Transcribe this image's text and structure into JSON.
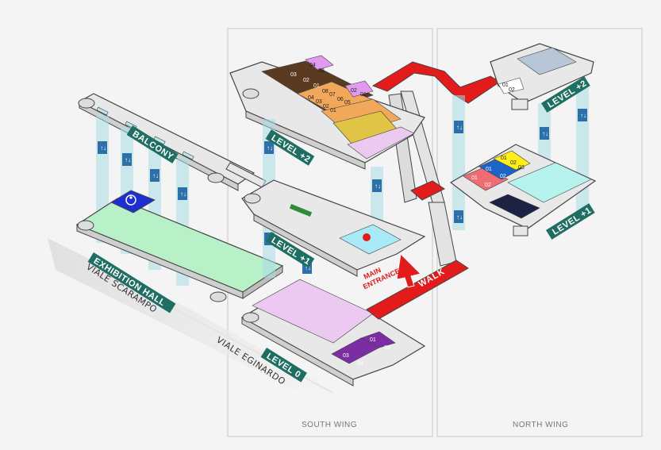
{
  "wings": {
    "south": "SOUTH WING",
    "north": "NORTH WING"
  },
  "levels": {
    "balcony": "BALCONY",
    "exhibition_hall": "EXHIBITION HALL",
    "south_level_plus2": "LEVEL +2",
    "south_level_plus1": "LEVEL +1",
    "south_level_0": "LEVEL 0",
    "north_level_plus2": "LEVEL +2",
    "north_level_plus1": "LEVEL +1"
  },
  "roads": {
    "scarampo": "VIALE SCARAMPO",
    "eginardo": "VIALE EGINARDO"
  },
  "main_entrance": {
    "line1": "MAIN",
    "line2": "ENTRANCE"
  },
  "walk": "WALK",
  "rooms": {
    "south_plus2": [
      "04",
      "03",
      "03",
      "02",
      "01",
      "08",
      "07",
      "06",
      "05",
      "04",
      "03",
      "02",
      "01",
      "02",
      "01"
    ],
    "north_plus2": [
      "01",
      "02"
    ],
    "north_plus1": [
      "01",
      "02",
      "03",
      "01",
      "02",
      "01",
      "02"
    ],
    "south_level0": [
      "01",
      "02",
      "03",
      "04"
    ]
  },
  "elevator_arrows": "↑↓",
  "colors": {
    "walkway_red": "#e31b1b",
    "label_teal": "#1f6e63",
    "exhibition_green": "#b8f0c8",
    "level0_pink": "#ecc9f0",
    "room_brown": "#5b3a22",
    "room_orange": "#f2a85a",
    "room_yellow": "#ffee1a",
    "room_blue": "#1e63c8",
    "room_salmon": "#ef6d72",
    "room_navy": "#1c2244",
    "room_mustard": "#e0c445",
    "room_magenta": "#e29af0",
    "room_purple": "#7b2ea3",
    "light_cyan": "#a8eaf7"
  },
  "icons": [
    "accessibility-icon",
    "you-are-here-marker-icon",
    "elevator-arrows-icon",
    "entrance-arrow-icon"
  ]
}
